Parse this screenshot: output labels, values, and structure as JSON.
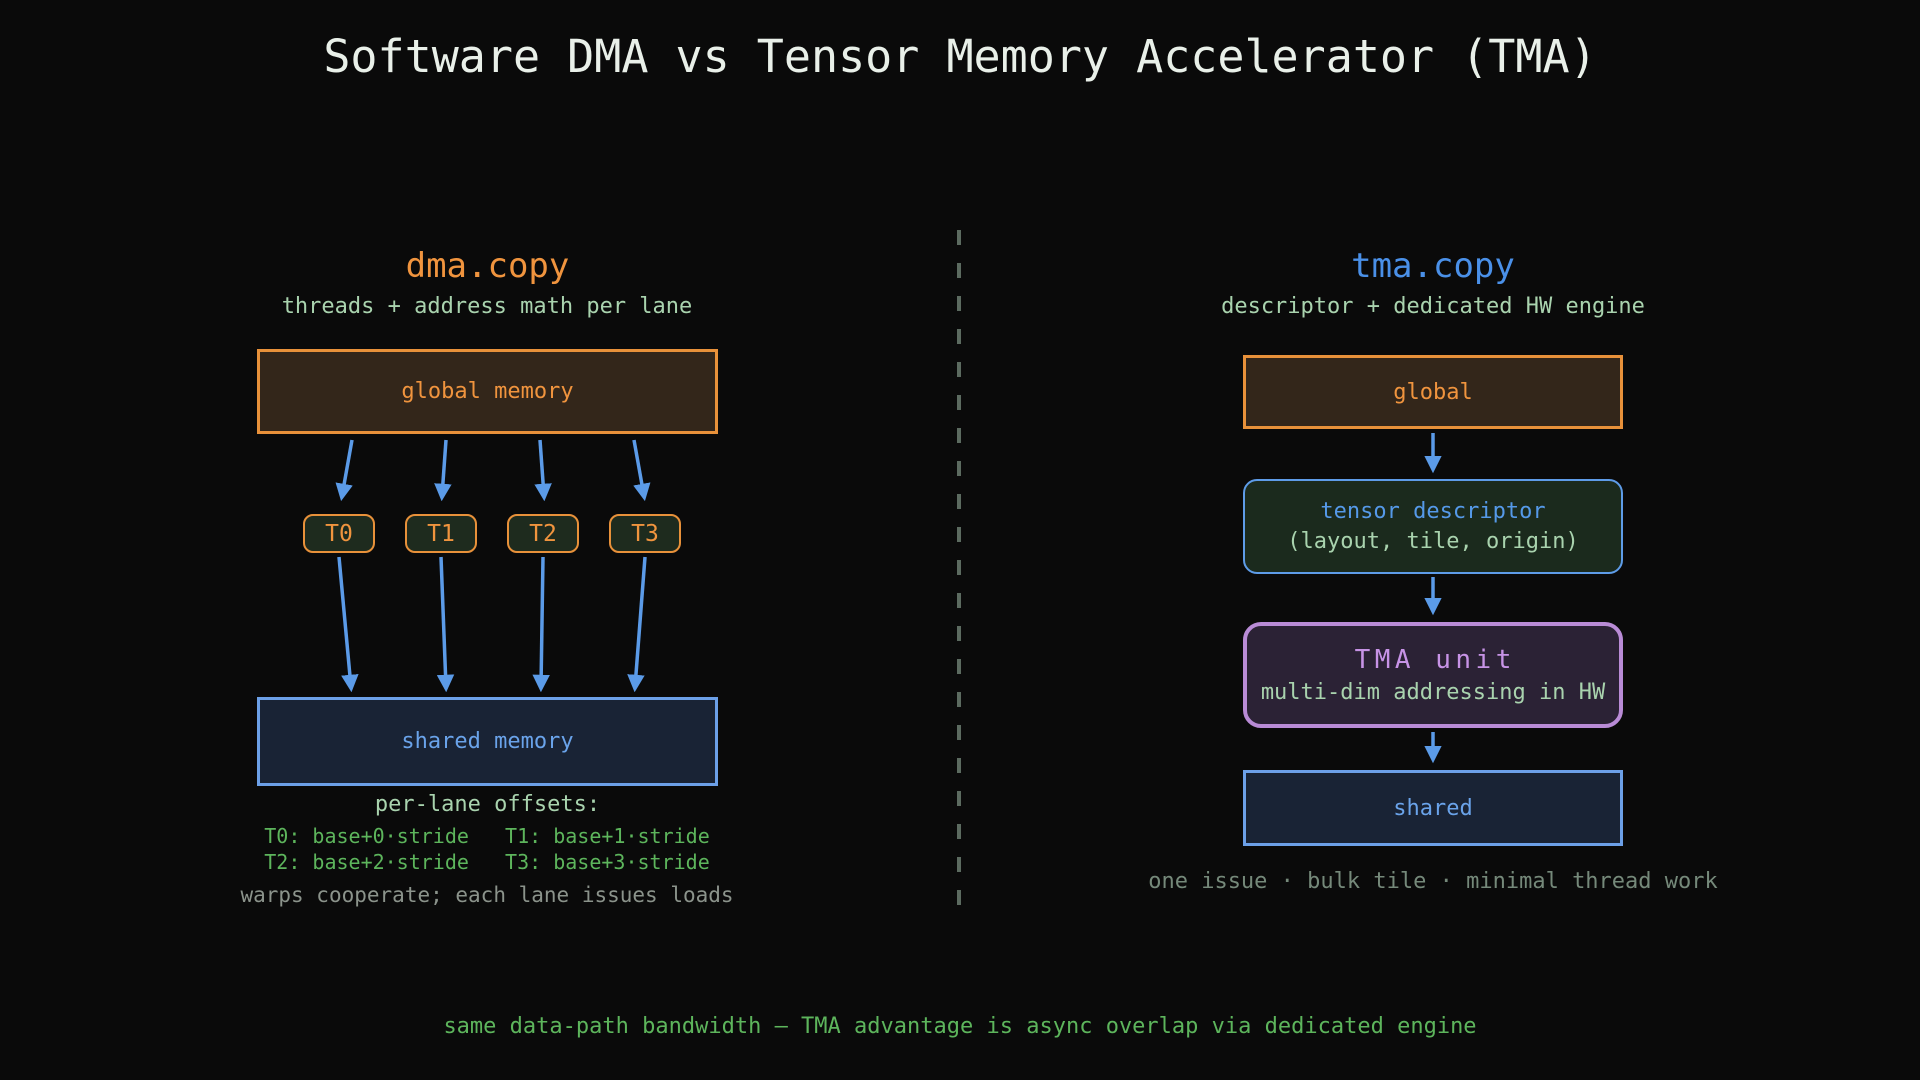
{
  "title": "Software DMA vs Tensor Memory Accelerator (TMA)",
  "left": {
    "heading": "dma.copy",
    "subheading": "threads + address math per lane",
    "global_label": "global memory",
    "threads": [
      "T0",
      "T1",
      "T2",
      "T3"
    ],
    "shared_label": "shared memory",
    "offsets_title": "per-lane offsets:",
    "offsets_rows": [
      "T0: base+0·stride   T1: base+1·stride",
      "T2: base+2·stride   T3: base+3·stride"
    ],
    "note": "warps cooperate; each lane issues loads"
  },
  "right": {
    "heading": "tma.copy",
    "subheading": "descriptor + dedicated HW engine",
    "global_label": "global",
    "descriptor": {
      "title": "tensor descriptor",
      "subtitle": "(layout, tile, origin)"
    },
    "tma_unit": {
      "title": "TMA unit",
      "subtitle": "multi-dim addressing in HW"
    },
    "shared_label": "shared",
    "note": "one issue · bulk tile · minimal thread work"
  },
  "footer": "same data-path bandwidth — TMA advantage is async overlap via dedicated engine",
  "colors": {
    "background": "#0a0a0a",
    "title_text": "#e9f0e9",
    "orange": "#f0943e",
    "orange_box_fill": "#33261a",
    "pale_green": "#a9d3ae",
    "code_green": "#5db55c",
    "arrow_blue": "#5b9be8",
    "blue_box_border": "#6ca0e8",
    "blue_box_fill": "#192335",
    "heading_blue": "#4a90e8",
    "purple_border": "#b98bd6",
    "purple_fill": "#2b2235",
    "green_fill": "#1b2a1d",
    "muted_gray": "#8b938b",
    "muted_green": "#75897a",
    "divider": "#5c6b60"
  }
}
